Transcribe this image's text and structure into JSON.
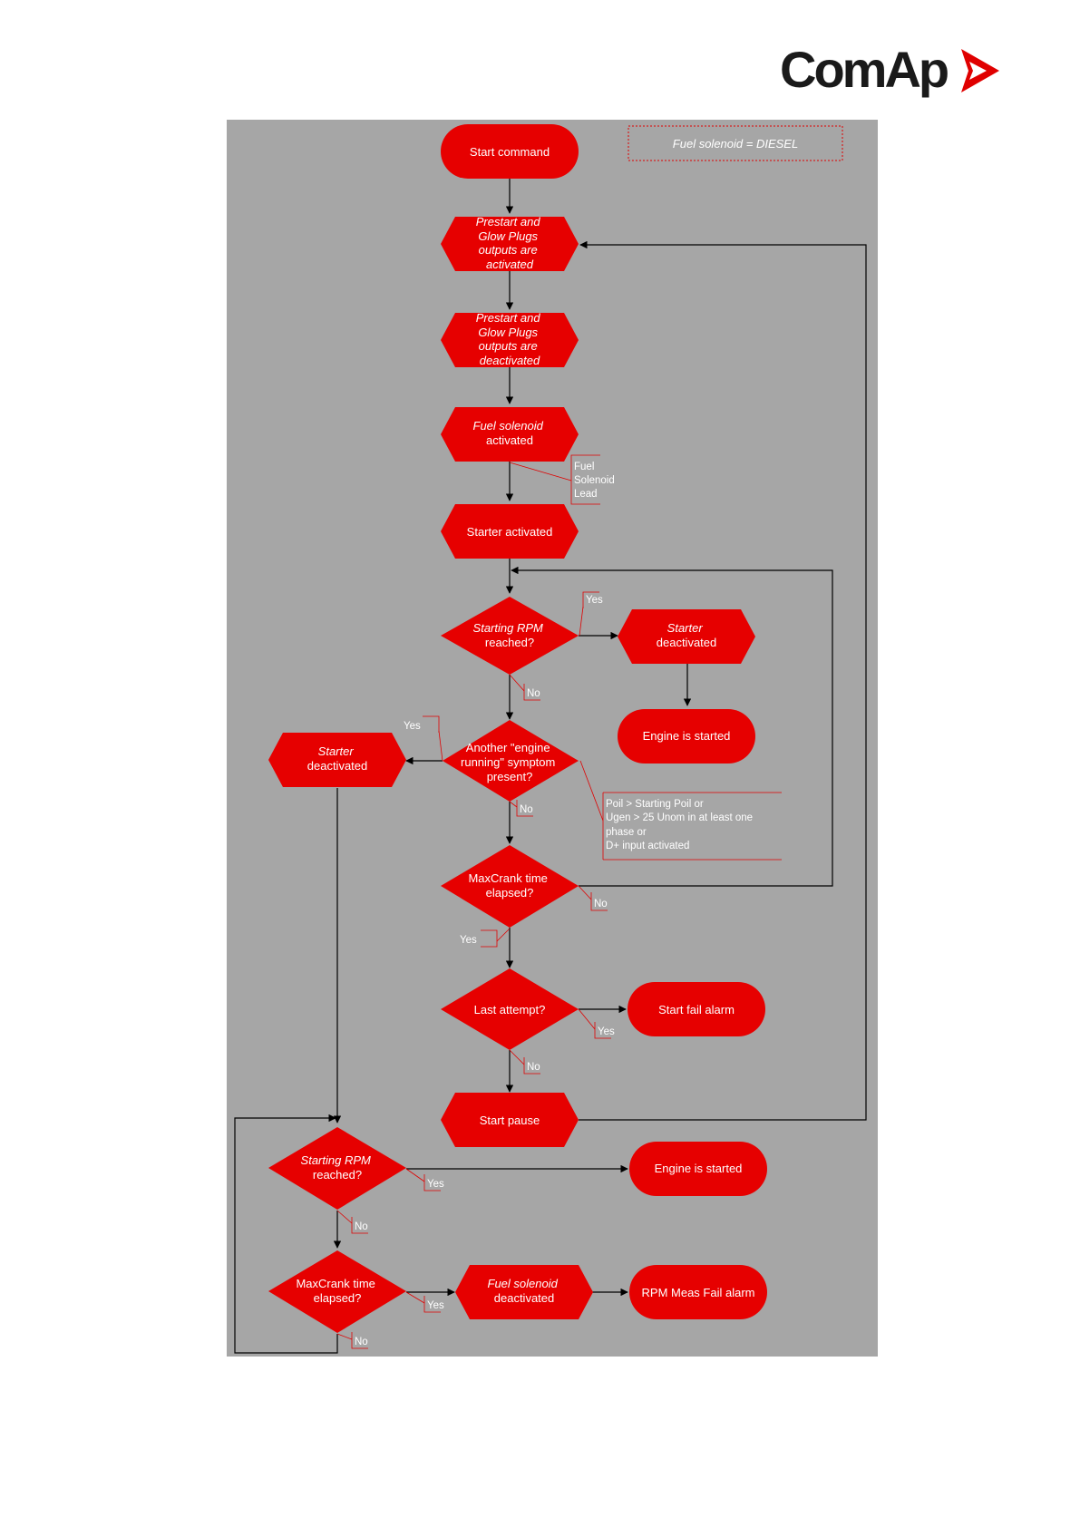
{
  "brand": {
    "name": "ComAp",
    "accent": "#e00000"
  },
  "diagram": {
    "legend": "Fuel solenoid = DIESEL",
    "nodes": {
      "start_command": "Start command",
      "prestart_on": [
        "Prestart and",
        "Glow Plugs",
        "outputs are",
        "activated"
      ],
      "prestart_off": [
        "Prestart and",
        "Glow Plugs",
        "outputs are",
        "deactivated"
      ],
      "fuel_on": [
        "Fuel solenoid",
        "activated"
      ],
      "starter_on": "Starter activated",
      "rpm_q1": [
        "Starting RPM",
        "reached?"
      ],
      "starter_off_1": [
        "Starter",
        "deactivated"
      ],
      "engine_started_1": "Engine is started",
      "symptom_q": [
        "Another \"engine",
        "running\" symptom",
        "present?"
      ],
      "starter_off_2": [
        "Starter",
        "deactivated"
      ],
      "maxcrank_q1": [
        "MaxCrank time",
        "elapsed?"
      ],
      "last_attempt_q": "Last attempt?",
      "start_fail": "Start fail alarm",
      "start_pause": "Start pause",
      "rpm_q2": [
        "Starting RPM",
        "reached?"
      ],
      "engine_started_2": "Engine is started",
      "maxcrank_q2": [
        "MaxCrank time",
        "elapsed?"
      ],
      "fuel_off": [
        "Fuel solenoid",
        "deactivated"
      ],
      "rpm_meas_fail": "RPM Meas Fail alarm"
    },
    "annotations": {
      "fuel_lead": [
        "Fuel",
        "Solenoid",
        "Lead"
      ],
      "symptoms": [
        "Poil > Starting Poil or",
        "Ugen > 25 Unom in at least one",
        "phase or",
        "D+ input activated"
      ]
    },
    "branch_labels": {
      "yes": "Yes",
      "no": "No"
    },
    "colors": {
      "node_fill": "#e60000",
      "background": "#a6a6a6",
      "connector": "#000000",
      "annotation": "#e00000"
    }
  }
}
